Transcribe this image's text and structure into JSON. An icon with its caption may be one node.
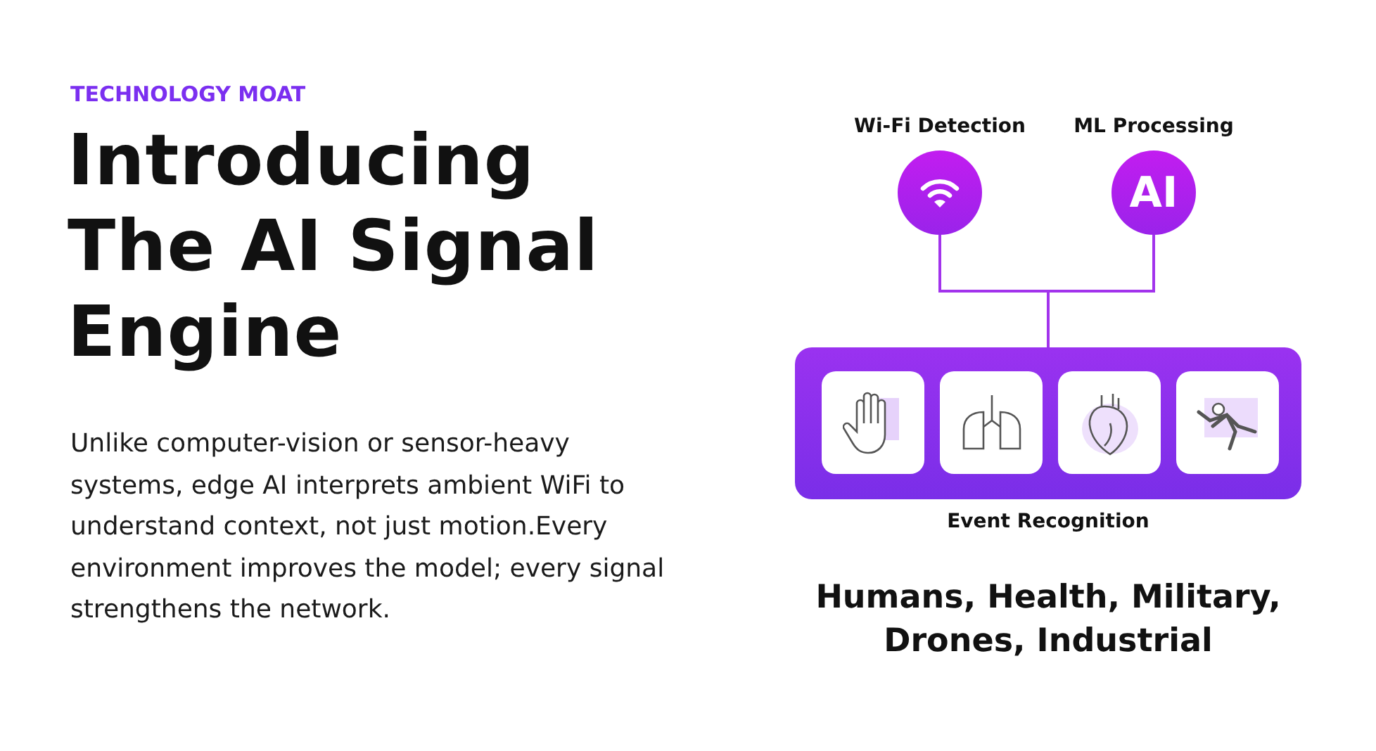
{
  "diagram": {
    "title": "Introducing The AI Signal Engine",
    "nodes": [
      {
        "text": [
          "Wi-Fi Detection"
        ]
      },
      {
        "text": [
          "ML Processing",
          "AI"
        ]
      },
      {
        "text": [
          "Event Recognition"
        ]
      },
      {
        "text": [],
        "shape": "box",
        "in": 2
      },
      {
        "text": [],
        "shape": "box",
        "in": 2
      },
      {
        "text": [],
        "shape": "box",
        "in": 2
      },
      {
        "text": [],
        "shape": "box",
        "in": 2
      }
    ],
    "edges": [
      {
        "from": 0,
        "to": 2,
        "arrow": "none"
      },
      {
        "from": 1,
        "to": 2,
        "arrow": "none"
      }
    ],
    "labels": [
      "TECHNOLOGY MOAT",
      "Unlike computer-vision or sensor-heavy systems, edge AI interprets ambient WiFi to understand context, not just motion.Every environment improves the model; every signal strengthens the network.",
      "Humans, Health, Military, Drones, Industrial"
    ]
  }
}
